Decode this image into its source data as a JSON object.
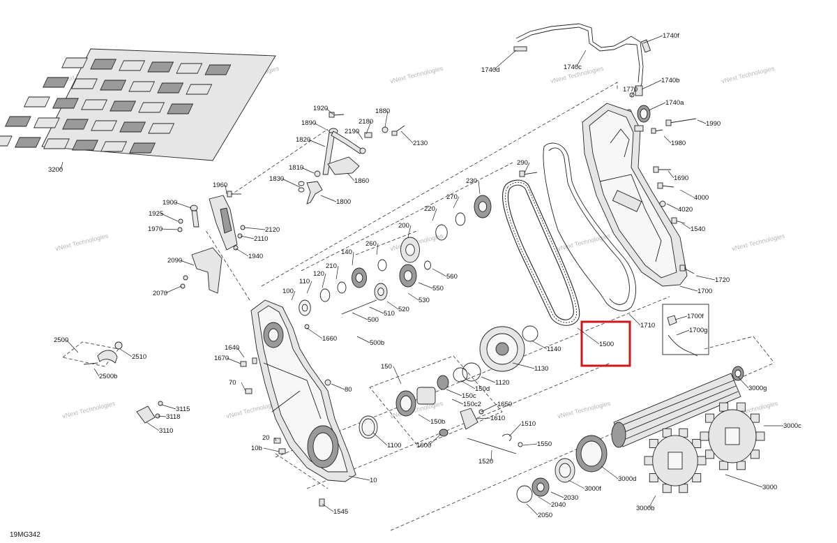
{
  "diagram": {
    "code": "19MG342",
    "watermark": "vNext Technologies",
    "highlight_label": "1500",
    "labels": [
      {
        "id": "1740f",
        "t": "1740f"
      },
      {
        "id": "1740d",
        "t": "1740d"
      },
      {
        "id": "1740c",
        "t": "1740c"
      },
      {
        "id": "1740b",
        "t": "1740b"
      },
      {
        "id": "1770",
        "t": "1770"
      },
      {
        "id": "1740a",
        "t": "1740a"
      },
      {
        "id": "1990",
        "t": "1990"
      },
      {
        "id": "1980",
        "t": "1980"
      },
      {
        "id": "1690",
        "t": "1690"
      },
      {
        "id": "4000",
        "t": "4000"
      },
      {
        "id": "4020",
        "t": "4020"
      },
      {
        "id": "1540",
        "t": "1540"
      },
      {
        "id": "1720",
        "t": "1720"
      },
      {
        "id": "1700",
        "t": "1700"
      },
      {
        "id": "1700f",
        "t": "1700f"
      },
      {
        "id": "1700g",
        "t": "1700g"
      },
      {
        "id": "1710",
        "t": "1710"
      },
      {
        "id": "1500",
        "t": "1500"
      },
      {
        "id": "1920",
        "t": "1920"
      },
      {
        "id": "1880",
        "t": "1880"
      },
      {
        "id": "1890",
        "t": "1890"
      },
      {
        "id": "2180",
        "t": "2180"
      },
      {
        "id": "2190",
        "t": "2190"
      },
      {
        "id": "2130",
        "t": "2130"
      },
      {
        "id": "1820",
        "t": "1820"
      },
      {
        "id": "1810",
        "t": "1810"
      },
      {
        "id": "1830",
        "t": "1830"
      },
      {
        "id": "1860",
        "t": "1860"
      },
      {
        "id": "1800",
        "t": "1800"
      },
      {
        "id": "3200",
        "t": "3200"
      },
      {
        "id": "1960",
        "t": "1960"
      },
      {
        "id": "1900",
        "t": "1900"
      },
      {
        "id": "1925",
        "t": "1925"
      },
      {
        "id": "1970",
        "t": "1970"
      },
      {
        "id": "2120",
        "t": "2120"
      },
      {
        "id": "2110",
        "t": "2110"
      },
      {
        "id": "1940",
        "t": "1940"
      },
      {
        "id": "2090",
        "t": "2090"
      },
      {
        "id": "2070",
        "t": "2070"
      },
      {
        "id": "290",
        "t": "290"
      },
      {
        "id": "230",
        "t": "230"
      },
      {
        "id": "270",
        "t": "270"
      },
      {
        "id": "220",
        "t": "220"
      },
      {
        "id": "200",
        "t": "200"
      },
      {
        "id": "260",
        "t": "260"
      },
      {
        "id": "140",
        "t": "140"
      },
      {
        "id": "210",
        "t": "210"
      },
      {
        "id": "120",
        "t": "120"
      },
      {
        "id": "110",
        "t": "110"
      },
      {
        "id": "100",
        "t": "100"
      },
      {
        "id": "560",
        "t": "560"
      },
      {
        "id": "550",
        "t": "550"
      },
      {
        "id": "530",
        "t": "530"
      },
      {
        "id": "520",
        "t": "520"
      },
      {
        "id": "510",
        "t": "510"
      },
      {
        "id": "500",
        "t": "500"
      },
      {
        "id": "500b",
        "t": "500b"
      },
      {
        "id": "1660",
        "t": "1660"
      },
      {
        "id": "1640",
        "t": "1640"
      },
      {
        "id": "1670",
        "t": "1670"
      },
      {
        "id": "2500",
        "t": "2500"
      },
      {
        "id": "2510",
        "t": "2510"
      },
      {
        "id": "2500b",
        "t": "2500b"
      },
      {
        "id": "70",
        "t": "70"
      },
      {
        "id": "80",
        "t": "80"
      },
      {
        "id": "3115",
        "t": "3115"
      },
      {
        "id": "3118",
        "t": "3118"
      },
      {
        "id": "3110",
        "t": "3110"
      },
      {
        "id": "20",
        "t": "20"
      },
      {
        "id": "10b",
        "t": "10b"
      },
      {
        "id": "10",
        "t": "10"
      },
      {
        "id": "1545",
        "t": "1545"
      },
      {
        "id": "1140",
        "t": "1140"
      },
      {
        "id": "1130",
        "t": "1130"
      },
      {
        "id": "1120",
        "t": "1120"
      },
      {
        "id": "150",
        "t": "150"
      },
      {
        "id": "150d",
        "t": "150d"
      },
      {
        "id": "150c",
        "t": "150c"
      },
      {
        "id": "150c2",
        "t": "150c2"
      },
      {
        "id": "150b",
        "t": "150b"
      },
      {
        "id": "1650",
        "t": "1650"
      },
      {
        "id": "1610",
        "t": "1610"
      },
      {
        "id": "1510",
        "t": "1510"
      },
      {
        "id": "1100",
        "t": "1100"
      },
      {
        "id": "1600",
        "t": "1600"
      },
      {
        "id": "1550",
        "t": "1550"
      },
      {
        "id": "1520",
        "t": "1520"
      },
      {
        "id": "3000g",
        "t": "3000g"
      },
      {
        "id": "3000c",
        "t": "3000c"
      },
      {
        "id": "3000d",
        "t": "3000d"
      },
      {
        "id": "3000f",
        "t": "3000f"
      },
      {
        "id": "2030",
        "t": "2030"
      },
      {
        "id": "2040",
        "t": "2040"
      },
      {
        "id": "2050",
        "t": "2050"
      },
      {
        "id": "3000b",
        "t": "3000b"
      },
      {
        "id": "3000",
        "t": "3000"
      }
    ]
  }
}
